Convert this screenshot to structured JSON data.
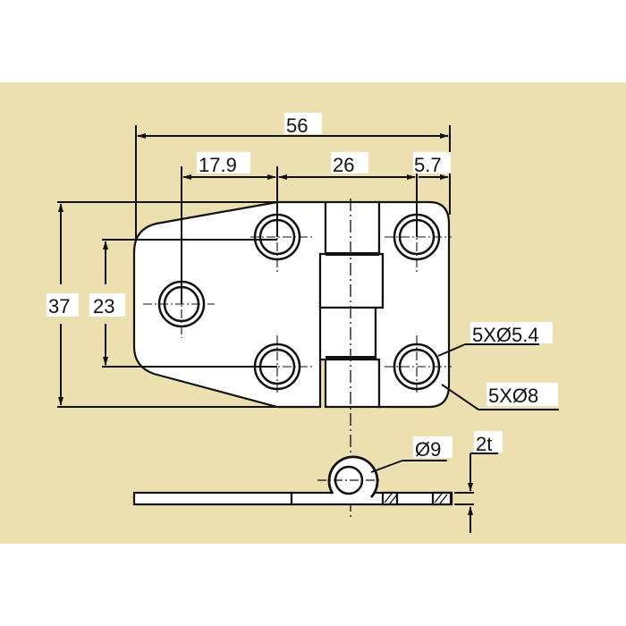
{
  "drawing": {
    "title": "Hinge technical drawing",
    "background_color": "#EDE0B0",
    "line_color": "#111111",
    "part_fill": "#ffffff"
  },
  "dimensions": {
    "overall_width": "56",
    "hole_offset_left": "17.9",
    "hole_spacing": "26",
    "hole_edge_right": "5.7",
    "overall_height": "37",
    "hole_vertical_spacing": "23"
  },
  "callouts": {
    "hole_diameter": "5XØ5.4",
    "countersink_diameter": "5XØ8",
    "knuckle_diameter": "Ø9",
    "thickness": "2t"
  }
}
